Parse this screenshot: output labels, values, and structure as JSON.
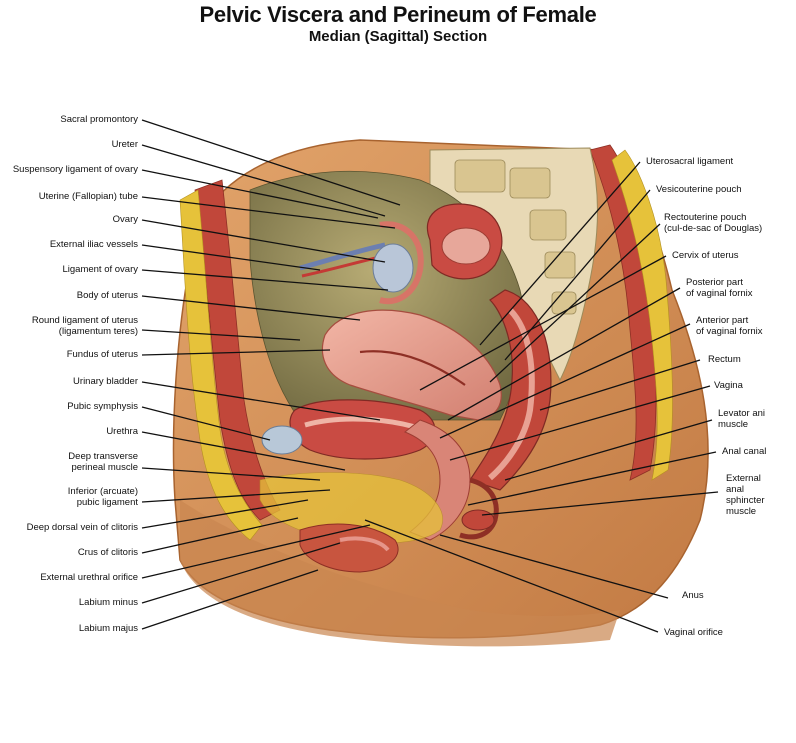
{
  "header": {
    "title": "Pelvic Viscera and Perineum of Female",
    "subtitle": "Median (Sagittal) Section"
  },
  "labels_left": [
    {
      "id": "sacral-promontory",
      "text": "Sacral promontory"
    },
    {
      "id": "ureter",
      "text": "Ureter"
    },
    {
      "id": "suspensory-ligament-of-ovary",
      "text": "Suspensory ligament of ovary"
    },
    {
      "id": "uterine-tube",
      "text": "Uterine (Fallopian) tube"
    },
    {
      "id": "ovary",
      "text": "Ovary"
    },
    {
      "id": "external-iliac-vessels",
      "text": "External iliac vessels"
    },
    {
      "id": "ligament-of-ovary",
      "text": "Ligament of ovary"
    },
    {
      "id": "body-of-uterus",
      "text": "Body of uterus"
    },
    {
      "id": "round-ligament-of-uterus",
      "text": "Round ligament of uterus\n(ligamentum teres)"
    },
    {
      "id": "fundus-of-uterus",
      "text": "Fundus of uterus"
    },
    {
      "id": "urinary-bladder",
      "text": "Urinary bladder"
    },
    {
      "id": "pubic-symphysis",
      "text": "Pubic symphysis"
    },
    {
      "id": "urethra",
      "text": "Urethra"
    },
    {
      "id": "deep-transverse-perineal-muscle",
      "text": "Deep transverse\nperineal muscle"
    },
    {
      "id": "inferior-pubic-ligament",
      "text": "Inferior (arcuate)\npubic ligament"
    },
    {
      "id": "deep-dorsal-vein-of-clitoris",
      "text": "Deep dorsal vein of clitoris"
    },
    {
      "id": "crus-of-clitoris",
      "text": "Crus of clitoris"
    },
    {
      "id": "external-urethral-orifice",
      "text": "External urethral orifice"
    },
    {
      "id": "labium-minus",
      "text": "Labium minus"
    },
    {
      "id": "labium-majus",
      "text": "Labium majus"
    }
  ],
  "labels_right": [
    {
      "id": "uterosacral-ligament",
      "text": "Uterosacral ligament"
    },
    {
      "id": "vesicouterine-pouch",
      "text": "Vesicouterine pouch"
    },
    {
      "id": "rectouterine-pouch",
      "text": "Rectouterine pouch\n(cul-de-sac of Douglas)"
    },
    {
      "id": "cervix-of-uterus",
      "text": "Cervix of uterus"
    },
    {
      "id": "posterior-part-of-vaginal-fornix",
      "text": "Posterior part\nof vaginal fornix"
    },
    {
      "id": "anterior-part-of-vaginal-fornix",
      "text": "Anterior part\nof vaginal fornix"
    },
    {
      "id": "rectum",
      "text": "Rectum"
    },
    {
      "id": "vagina",
      "text": "Vagina"
    },
    {
      "id": "levator-ani-muscle",
      "text": "Levator ani\nmuscle"
    },
    {
      "id": "anal-canal",
      "text": "Anal canal"
    },
    {
      "id": "external-anal-sphincter-muscle",
      "text": "External\nanal\nsphincter\nmuscle"
    },
    {
      "id": "anus",
      "text": "Anus"
    },
    {
      "id": "vaginal-orifice",
      "text": "Vaginal orifice"
    }
  ],
  "colors": {
    "skin": "#d9955c",
    "skin_dark": "#b8723f",
    "muscle": "#c1473a",
    "fat": "#e6c23a",
    "bone": "#e8d9b5",
    "uterus": "#e49a8c",
    "cavity": "#9a8f5c",
    "leader_line": "#111111"
  }
}
